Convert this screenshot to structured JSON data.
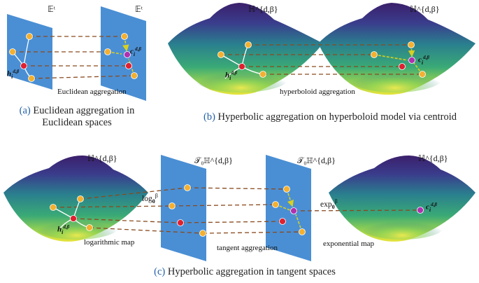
{
  "panel_a": {
    "caption_label": "(a)",
    "caption_text": "Euclidean aggregation in Euclidean spaces",
    "space_left": "𝔼ᵗ",
    "space_right": "𝔼ᵗ",
    "process_label": "Euclidean aggregation",
    "node_label": "h",
    "node_sub": "i",
    "node_sup": "d,β",
    "centroid_label": "c",
    "centroid_sub": "i",
    "centroid_sup": "d,β"
  },
  "panel_b": {
    "caption_label": "(b)",
    "caption_text": "Hyperbolic aggregation on hyperboloid model via centroid",
    "space_left": "ℍ^{d,β}",
    "space_right": "ℍ^{d,β}",
    "process_label": "hyperboloid aggregation"
  },
  "panel_c": {
    "caption_label": "(c)",
    "caption_text": "Hyperbolic aggregation in tangent spaces",
    "space_1": "ℍ^{d,β}",
    "space_2": "𝒯₀ℍ^{d,β}",
    "space_3": "𝒯₀ℍ^{d,β}",
    "space_4": "ℍ^{d,β}",
    "log_label": "log",
    "log_sub": "0",
    "log_sup": "β",
    "exp_label": "exp",
    "exp_sub": "0",
    "exp_sup": "β",
    "stage_1": "logarithmic map",
    "stage_2": "tangent aggregation",
    "stage_3": "exponential map"
  },
  "colors": {
    "plane": "#4a8fd4",
    "plane_dark": "#3a7cc2",
    "dash": "#8a4a1e",
    "neighbor_node": "#f4b030",
    "center_node": "#e02030",
    "centroid_node": "#b030b0",
    "agg_arrow": "#d8d020",
    "caption_label": "#1f5fa8"
  }
}
